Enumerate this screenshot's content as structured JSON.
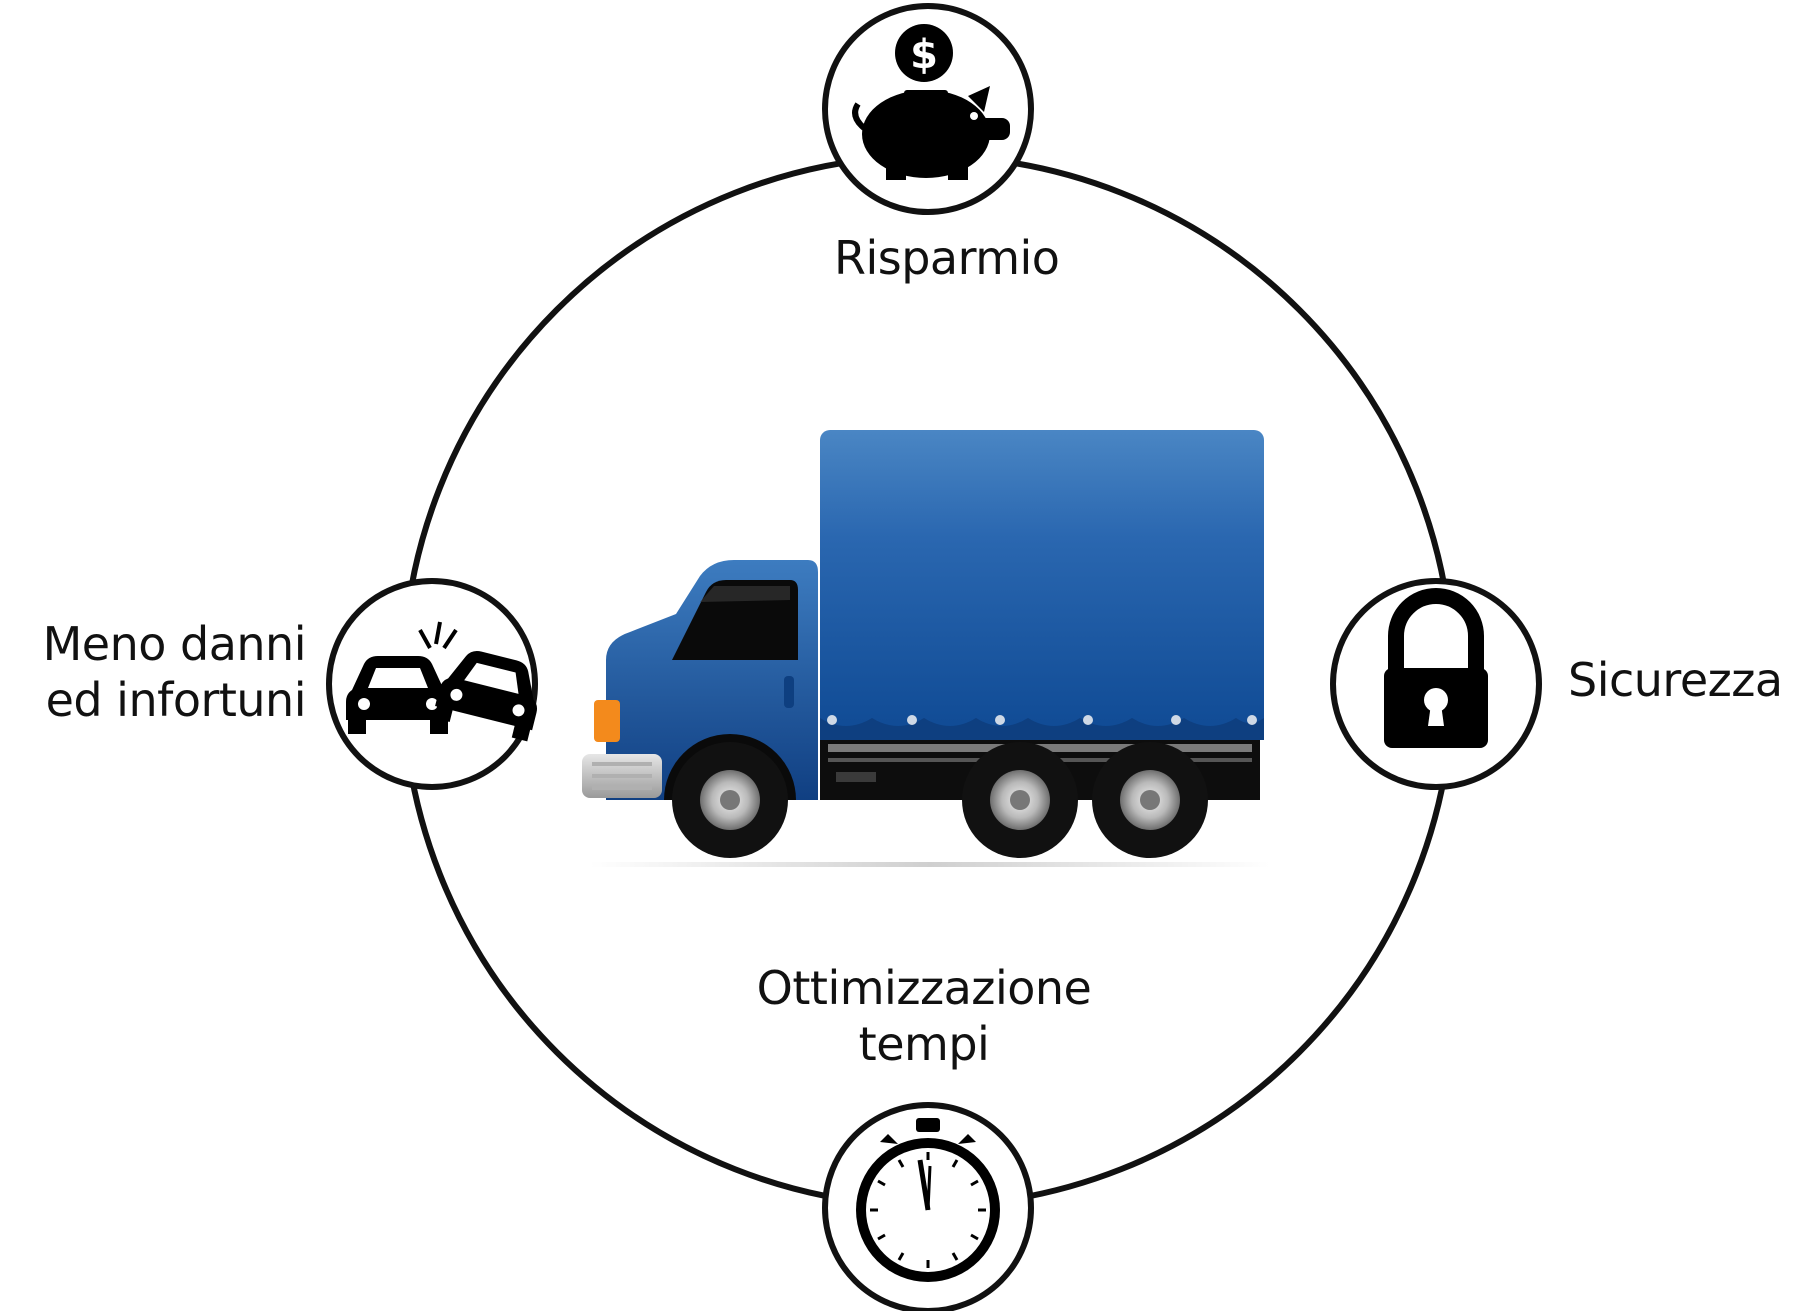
{
  "labels": {
    "savings": "Risparmio",
    "security": "Sicurezza",
    "damage_line1": "Meno danni",
    "damage_line2": "ed infortuni",
    "time_line1": "Ottimizzazione",
    "time_line2": "tempi"
  },
  "icons": {
    "top": "piggy-bank-icon",
    "right": "padlock-icon",
    "left": "car-crash-icon",
    "bottom": "stopwatch-icon",
    "center": "truck-icon"
  },
  "colors": {
    "ring": "#111111",
    "truck_body": "#1b5aa8",
    "truck_cargo": "#1f5fae",
    "icon": "#000000"
  }
}
